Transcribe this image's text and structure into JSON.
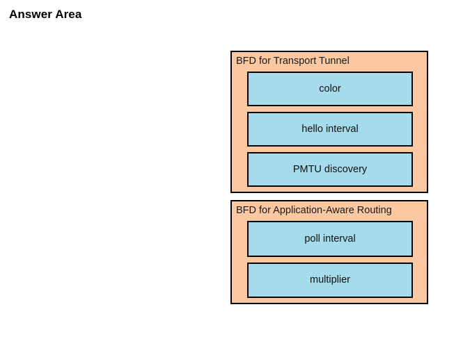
{
  "page": {
    "title": "Answer Area",
    "background_color": "#ffffff"
  },
  "colors": {
    "group_fill": "#fbc8a2",
    "option_fill": "#a5dbea",
    "border": "#000000",
    "table_line": "#fafdfe"
  },
  "answer_table": {
    "name": "answer-drop-table",
    "row_count": 5,
    "rows": [
      "",
      "",
      "",
      "",
      ""
    ]
  },
  "groups": [
    {
      "id": "transport-tunnel",
      "header": "BFD for Transport Tunnel",
      "options": [
        {
          "id": "color",
          "label": "color"
        },
        {
          "id": "hello-interval",
          "label": "hello interval"
        },
        {
          "id": "pmtu-discovery",
          "label": "PMTU discovery"
        }
      ]
    },
    {
      "id": "application-aware-routing",
      "header": "BFD for Application-Aware Routing",
      "options": [
        {
          "id": "poll-interval",
          "label": "poll interval"
        },
        {
          "id": "multiplier",
          "label": "multiplier"
        }
      ]
    }
  ]
}
